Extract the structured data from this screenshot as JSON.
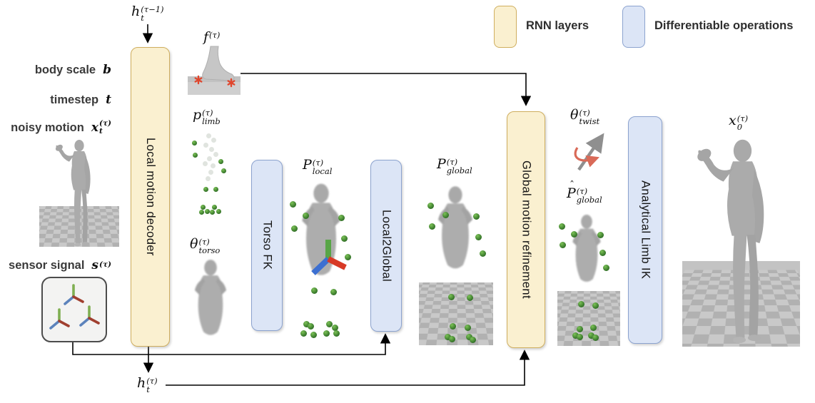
{
  "legend": {
    "rnn": {
      "label": "RNN layers"
    },
    "diff": {
      "label": "Differentiable operations"
    }
  },
  "colors": {
    "rnn_fill": "#FAF0D0",
    "rnn_border": "#CFAE5E",
    "diff_fill": "#DCE5F6",
    "diff_border": "#8CA3CF",
    "joint_dot_green": "#3E8A2E",
    "foot_contact_red": "#E0462D",
    "axis_green": "#6FA84E",
    "axis_blue": "#5C83BC",
    "axis_red": "#A03F2F"
  },
  "inputs": {
    "body_scale": {
      "label": "body scale",
      "math": {
        "base": "b",
        "sup": "",
        "sub": ""
      }
    },
    "timestep": {
      "label": "timestep",
      "math": {
        "base": "t",
        "sup": "",
        "sub": ""
      }
    },
    "noisy_motion": {
      "label": "noisy motion",
      "math": {
        "base": "x",
        "sub": "t",
        "sup": "(τ)"
      }
    },
    "sensor_signal": {
      "label": "sensor signal",
      "math": {
        "base": "s",
        "sub": "",
        "sup": "(τ)"
      }
    }
  },
  "blocks": {
    "local_motion_decoder": {
      "label": "Local motion decoder",
      "type": "rnn"
    },
    "torso_fk": {
      "label": "Torso FK",
      "type": "diff"
    },
    "local2global": {
      "label": "Local2Global",
      "type": "diff"
    },
    "global_motion_refinement": {
      "label": "Global motion refinement",
      "type": "rnn"
    },
    "analytical_limb_ik": {
      "label": "Analytical Limb IK",
      "type": "diff"
    }
  },
  "math_labels": {
    "h_prev": {
      "base": "h",
      "sub": "t",
      "sup": "(τ−1)"
    },
    "h_cur": {
      "base": "h",
      "sub": "t",
      "sup": "(τ)"
    },
    "foot": {
      "base": "f",
      "sub": "",
      "sup": "(τ)"
    },
    "p_limb": {
      "base": "p",
      "sub": "limb",
      "sup": "(τ)"
    },
    "theta_torso": {
      "base": "θ",
      "sub": "torso",
      "sup": "(τ)"
    },
    "P_local": {
      "base": "P",
      "sub": "local",
      "sup": "(τ)"
    },
    "P_global": {
      "base": "P",
      "sub": "global",
      "sup": "(τ)"
    },
    "theta_twist": {
      "base": "θ",
      "sub": "twist",
      "sup": "(τ)"
    },
    "P_hat_global": {
      "base": "P",
      "hat": "ˆ",
      "sub": "global",
      "sup": "(τ)"
    },
    "x_out": {
      "base": "x",
      "sub": "0",
      "sup": "(τ)"
    }
  }
}
